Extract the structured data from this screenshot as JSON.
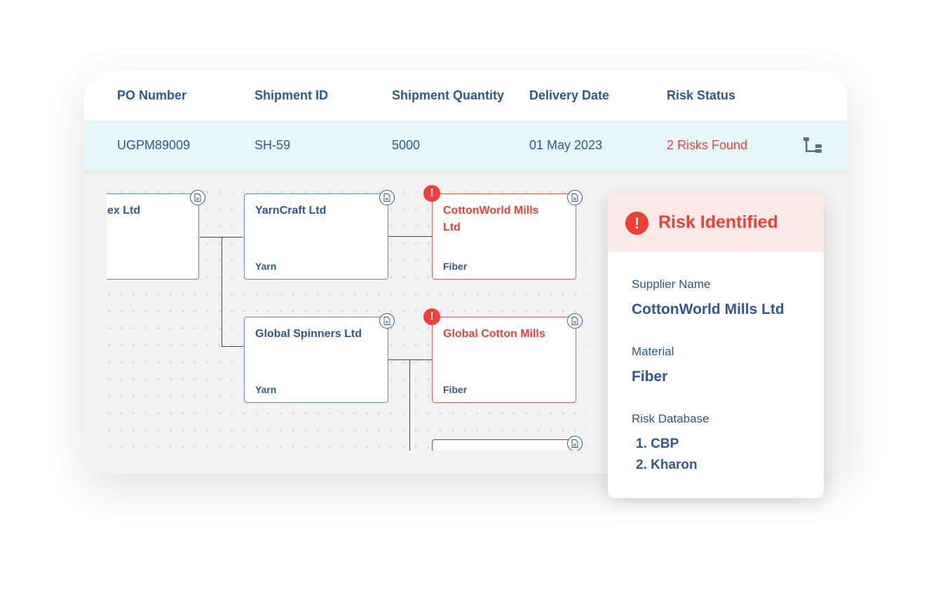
{
  "table": {
    "headers": [
      "PO Number",
      "Shipment ID",
      "Shipment Quantity",
      "Delivery Date",
      "Risk Status"
    ],
    "row": {
      "po_number": "UGPM89009",
      "shipment_id": "SH-59",
      "quantity": "5000",
      "delivery_date": "01 May 2023",
      "risk_status": "2 Risks Found"
    }
  },
  "nodes": [
    {
      "name": "ex Ltd",
      "material": ""
    },
    {
      "name": "YarnCraft Ltd",
      "material": "Yarn"
    },
    {
      "name": "CottonWorld Mills Ltd",
      "material": "Fiber",
      "risk": true
    },
    {
      "name": "Global Spinners Ltd",
      "material": "Yarn"
    },
    {
      "name": "Global Cotton Mills",
      "material": "Fiber",
      "risk": true
    }
  ],
  "panel": {
    "title": "Risk Identified",
    "supplier_label": "Supplier Name",
    "supplier": "CottonWorld Mills Ltd",
    "material_label": "Material",
    "material": "Fiber",
    "db_label": "Risk Database",
    "databases": [
      "1. CBP",
      "2. Kharon"
    ]
  },
  "colors": {
    "primary": "#2f5792",
    "risk": "#ee4036",
    "row_bg": "#e4f8fc",
    "risk_bg": "#fde9e8"
  },
  "icons": [
    "hierarchy-icon",
    "document-icon",
    "alert-icon"
  ]
}
